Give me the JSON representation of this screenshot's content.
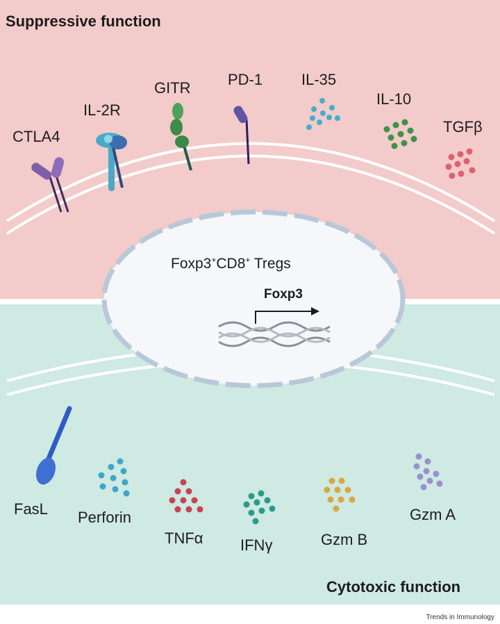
{
  "top_panel": {
    "title": "Suppressive function",
    "background": "#f2cbca",
    "labels": {
      "ctla4": "CTLA4",
      "il2r": "IL-2R",
      "gitr": "GITR",
      "pd1": "PD-1",
      "il35": "IL-35",
      "il10": "IL-10",
      "tgfb": "TGFβ"
    }
  },
  "bottom_panel": {
    "title": "Cytotoxic function",
    "background": "#cfe9e3",
    "labels": {
      "fasl": "FasL",
      "perforin": "Perforin",
      "tnfa": "TNFα",
      "ifng": "IFNγ",
      "gzmb": "Gzm B",
      "gzma": "Gzm A"
    }
  },
  "nucleus": {
    "cell_type_prefix": "Foxp3",
    "cell_type_sup1": "+",
    "cell_type_mid": "CD8",
    "cell_type_sup2": "+",
    "cell_type_suffix": " Tregs",
    "gene": "Foxp3"
  },
  "credit": "Trends in Immunology",
  "icons": {
    "receptors": [
      "ctla4-receptor-icon",
      "il2r-receptor-icon",
      "gitr-receptor-icon",
      "pd1-receptor-icon",
      "fasl-ligand-icon"
    ],
    "cytokines": [
      "il35-dots-icon",
      "il10-dots-icon",
      "tgfb-dots-icon",
      "perforin-dots-icon",
      "tnfa-dots-icon",
      "ifng-dots-icon",
      "gzmb-dots-icon",
      "gzma-dots-icon"
    ]
  },
  "colors": {
    "ctla4": "#7e5fa8",
    "il2r": "#4aa9c6",
    "gitr": "#3f8a4c",
    "pd1": "#5f55a3",
    "il35": "#45aec9",
    "il10": "#3f9246",
    "tgfb": "#e0606e",
    "fasl": "#3f6fd1",
    "perforin": "#3fa6c9",
    "tnfa": "#c74450",
    "ifng": "#2a9a8c",
    "gzmb": "#d8a844",
    "gzma": "#9a90d0"
  }
}
